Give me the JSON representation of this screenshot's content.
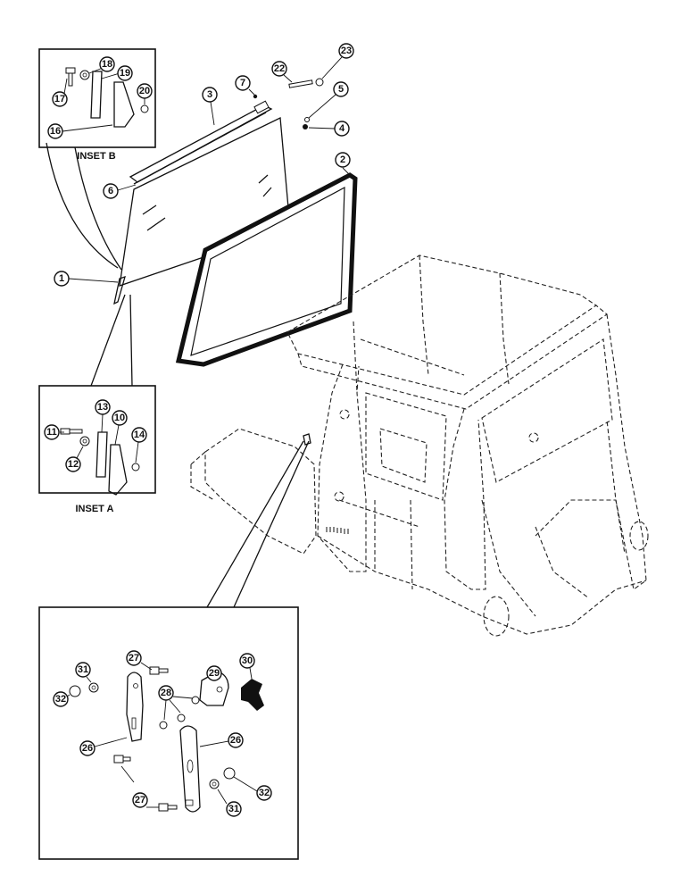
{
  "inset_b": {
    "title": "INSET B",
    "callouts": [
      "17",
      "18",
      "19",
      "20",
      "16"
    ]
  },
  "inset_a": {
    "title": "INSET A",
    "callouts": [
      "11",
      "12",
      "13",
      "10",
      "14"
    ]
  },
  "main": {
    "callouts": [
      "1",
      "2",
      "3",
      "4",
      "5",
      "6",
      "7",
      "22",
      "23"
    ]
  },
  "latch_detail": {
    "callouts": [
      "27",
      "32",
      "31",
      "28",
      "29",
      "30",
      "26",
      "26",
      "27",
      "32",
      "31"
    ]
  }
}
